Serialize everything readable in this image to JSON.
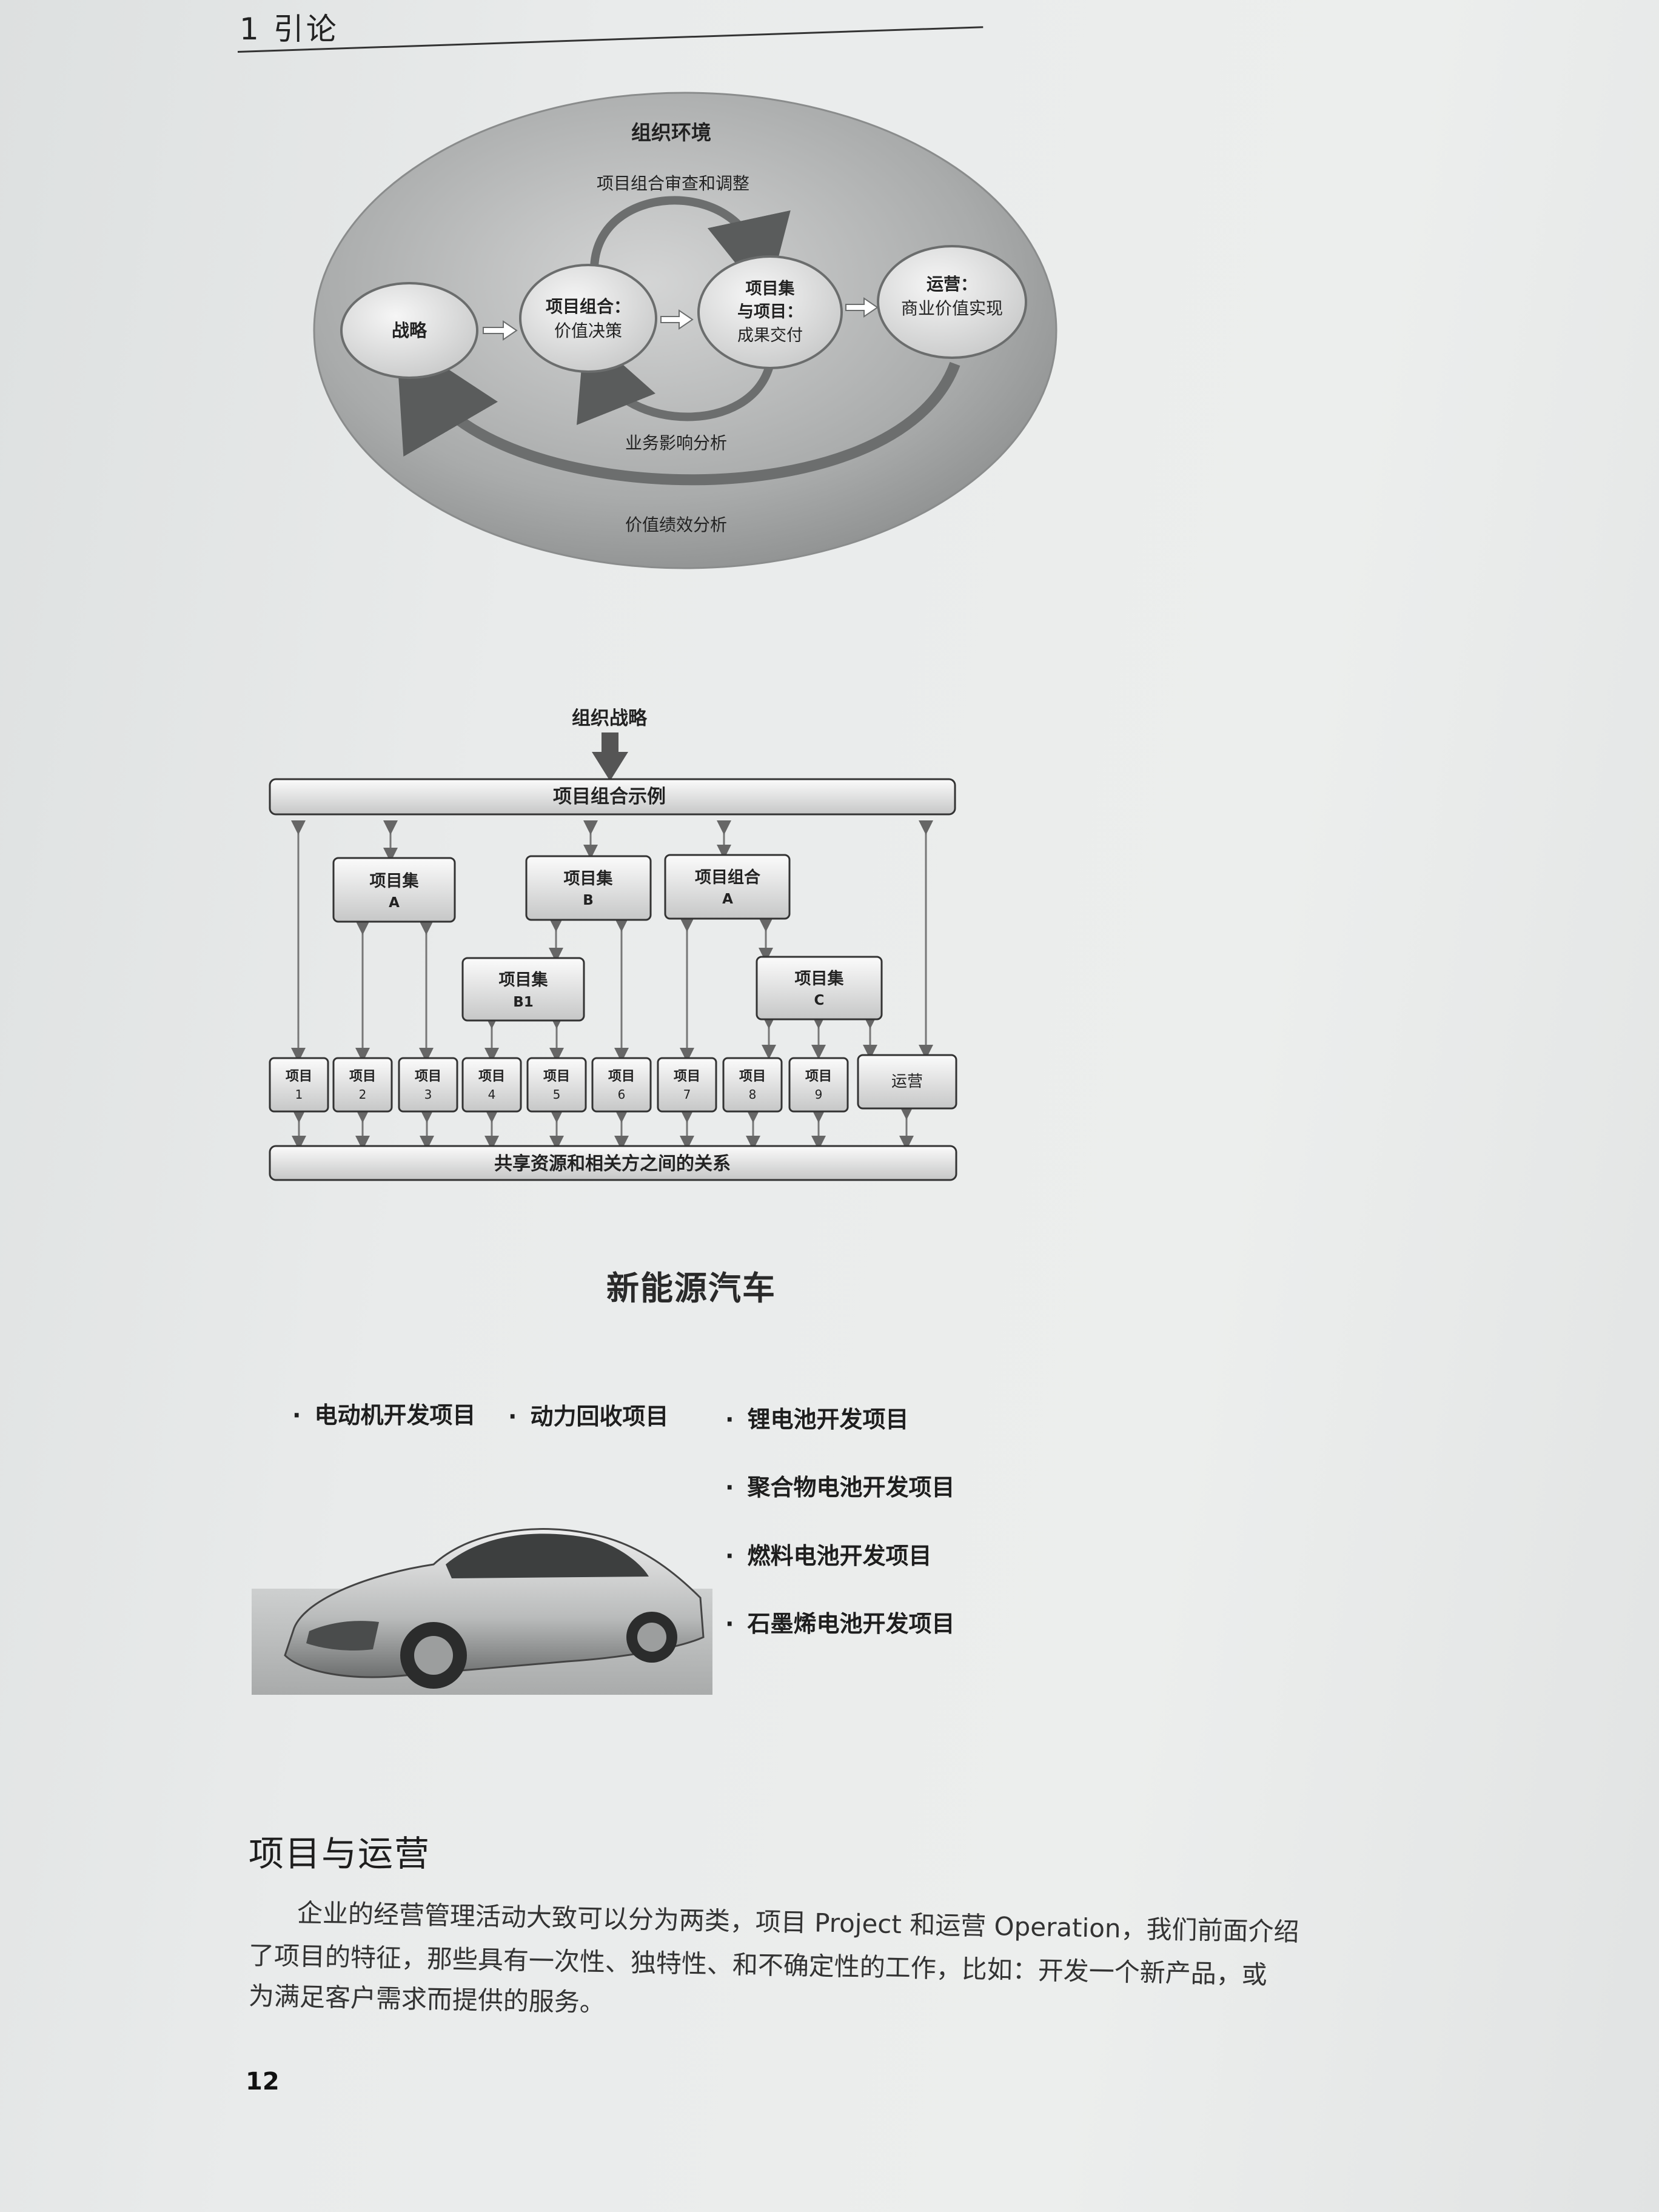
{
  "header": {
    "chapter": "1 引论"
  },
  "cycle": {
    "env": "组织环境",
    "review": "项目组合审查和调整",
    "strategy": "战略",
    "portfolio": [
      "项目组合：",
      "价值决策"
    ],
    "program": [
      "项目集",
      "与项目：",
      "成果交付"
    ],
    "operations": [
      "运营：",
      "商业价值实现"
    ],
    "impact": "业务影响分析",
    "value": "价值绩效分析"
  },
  "hier": {
    "strategy": "组织战略",
    "portfolio": "项目组合示例",
    "progA": [
      "项目集",
      "A"
    ],
    "progB": [
      "项目集",
      "B"
    ],
    "pfA": [
      "项目组合",
      "A"
    ],
    "progB1": [
      "项目集",
      "B1"
    ],
    "progC": [
      "项目集",
      "C"
    ],
    "projects": [
      [
        "项目",
        "1"
      ],
      [
        "项目",
        "2"
      ],
      [
        "项目",
        "3"
      ],
      [
        "项目",
        "4"
      ],
      [
        "项目",
        "5"
      ],
      [
        "项目",
        "6"
      ],
      [
        "项目",
        "7"
      ],
      [
        "项目",
        "8"
      ],
      [
        "项目",
        "9"
      ]
    ],
    "ops": "运营",
    "shared": "共享资源和相关方之间的关系"
  },
  "ev": {
    "title": "新能源汽车",
    "b1": "电动机开发项目",
    "b2": "动力回收项目",
    "b3": "锂电池开发项目",
    "b4": "聚合物电池开发项目",
    "b5": "燃料电池开发项目",
    "b6": "石墨烯电池开发项目"
  },
  "section": {
    "title": "项目与运营",
    "line1": "企业的经营管理活动大致可以分为两类，项目 Project 和运营 Operation，我们前面介绍",
    "line2": "了项目的特征，那些具有一次性、独特性、和不确定性的工作，比如：开发一个新产品，或",
    "line3": "为满足客户需求而提供的服务。"
  },
  "page_number": "12"
}
